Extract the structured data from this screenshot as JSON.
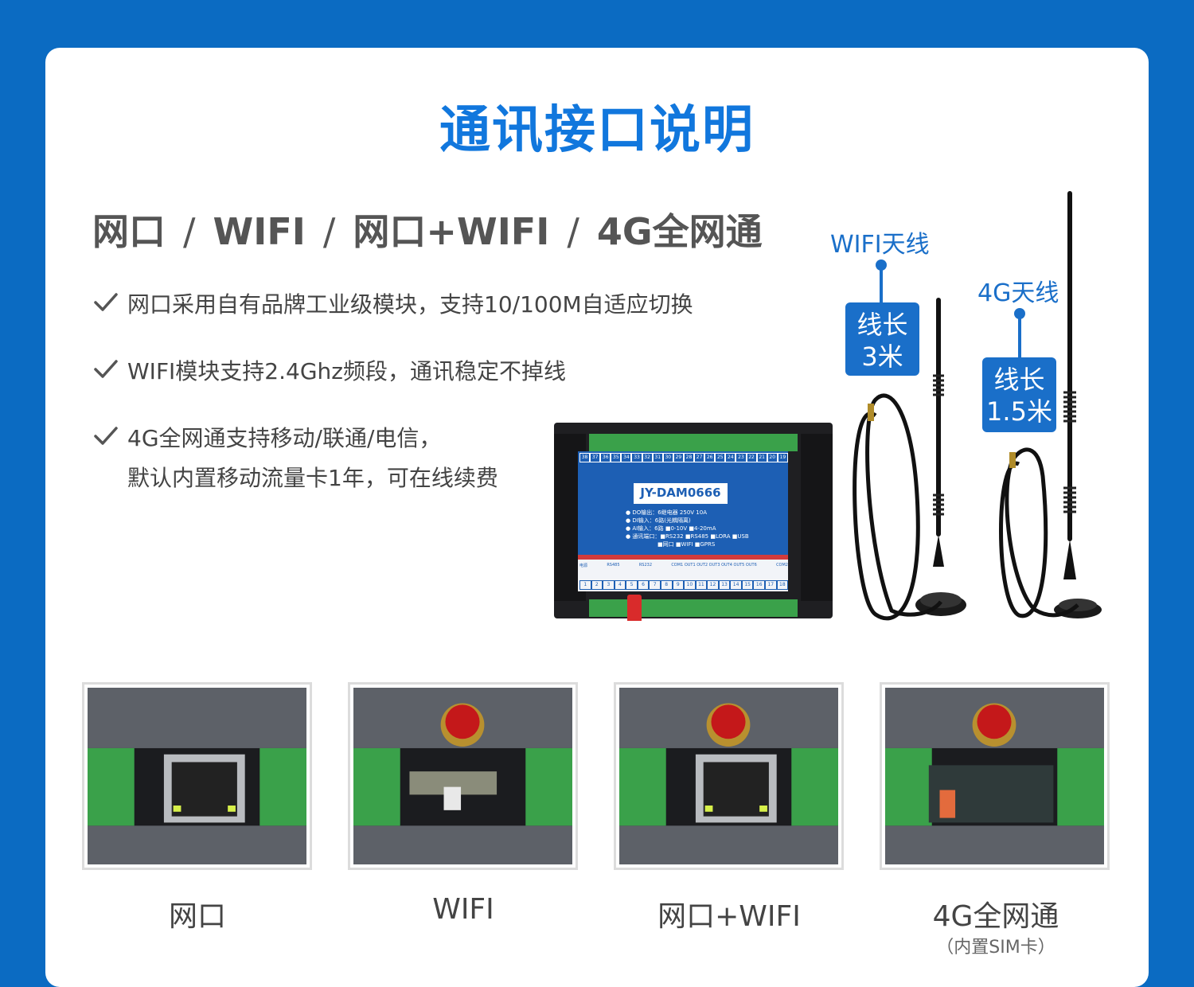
{
  "header": {
    "title": "通讯接口说明",
    "subtitle_items": [
      "网口",
      "WIFI",
      "网口+WIFI",
      "4G全网通"
    ],
    "separator": "/"
  },
  "features": [
    {
      "lines": [
        "网口采用自有品牌工业级模块，支持10/100M自适应切换"
      ]
    },
    {
      "lines": [
        "WIFI模块支持2.4Ghz频段，通讯稳定不掉线"
      ]
    },
    {
      "lines": [
        "4G全网通支持移动/联通/电信，",
        "默认内置移动流量卡1年，可在线续费"
      ]
    }
  ],
  "antennas": {
    "wifi": {
      "label": "WIFI天线",
      "length_line1": "线长",
      "length_line2": "3米"
    },
    "g4": {
      "label": "4G天线",
      "length_line1": "线长",
      "length_line2": "1.5米"
    }
  },
  "device": {
    "model": "JY-DAM0666",
    "spec_lines": [
      "● DO输出：6继电器 250V 10A",
      "● DI输入：6路(光耦隔离)",
      "● AI输入：6路 ■0-10V ■4-20mA",
      "● 通讯端口：■RS232 ■RS485 ■LORA ■USB",
      "■网口 ■WIFI ■GPRS"
    ],
    "top_terminals": [
      "38",
      "37",
      "36",
      "35",
      "34",
      "33",
      "32",
      "31",
      "30",
      "29",
      "28",
      "27",
      "26",
      "25",
      "24",
      "23",
      "22",
      "21",
      "20",
      "19"
    ],
    "bottom_terminals": [
      "1",
      "2",
      "3",
      "4",
      "5",
      "6",
      "7",
      "8",
      "9",
      "10",
      "11",
      "12",
      "13",
      "14",
      "15",
      "16",
      "17",
      "18"
    ],
    "bottom_labels": [
      "电源",
      "RS485",
      "RS232",
      "COM1 OUT1 OUT2 OUT3 OUT4 OUT5 OUT6",
      "COM2"
    ]
  },
  "options": [
    {
      "label": "网口",
      "sublabel": ""
    },
    {
      "label": "WIFI",
      "sublabel": ""
    },
    {
      "label": "网口+WIFI",
      "sublabel": ""
    },
    {
      "label": "4G全网通",
      "sublabel": "（内置SIM卡）"
    }
  ],
  "colors": {
    "background": "#0b6bc2",
    "accent": "#1177dd",
    "label_blue": "#1a6fc9",
    "device_blue": "#1d5fb4",
    "terminal_green": "#3aa14a"
  }
}
